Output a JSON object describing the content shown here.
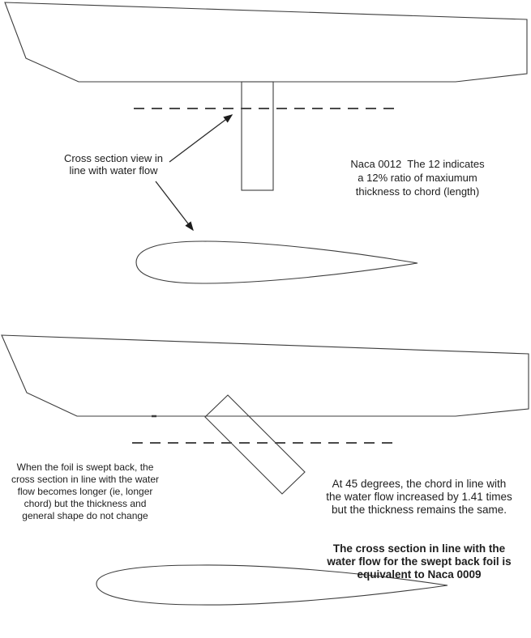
{
  "colors": {
    "line": "#3c3c3c",
    "dash": "#4a4a4a",
    "text": "#1d1d1d",
    "background": "#ffffff"
  },
  "top_section": {
    "callout_label": [
      "Cross section view in",
      "line with water flow"
    ],
    "naca_note": [
      "Naca 0012  The 12 indicates",
      "a 12% ratio of maxiumum",
      "thickness to chord (length)"
    ]
  },
  "bottom_section": {
    "left_note": [
      "When the foil is swept back, the",
      "cross section in line with the water",
      "flow becomes longer (ie, longer",
      "chord) but the thickness and",
      "general shape do not change"
    ],
    "right_note_regular": [
      "At 45 degrees, the chord in line with",
      "the water flow increased by 1.41 times",
      "but the thickness remains the same."
    ],
    "right_note_bold": [
      "The cross section in line with the",
      "water flow for the swept back foil is",
      "equivalent to Naca 0009"
    ]
  }
}
